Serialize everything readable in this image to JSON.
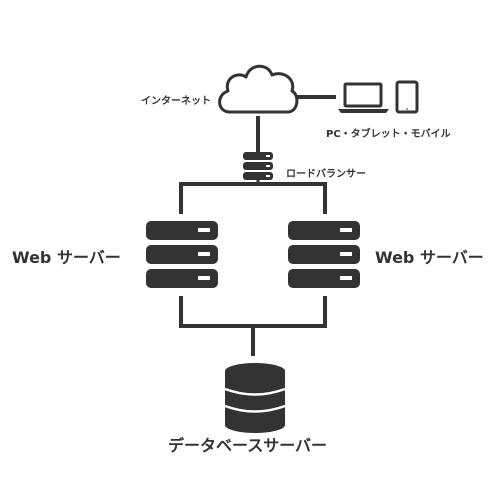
{
  "labels": {
    "internet": "インターネット",
    "devices": "PC・タブレット・モバイル",
    "load_balancer": "ロードバランサー",
    "web_server_left": "Web サーバー",
    "web_server_right": "Web サーバー",
    "database_server": "データベースサーバー"
  },
  "icons": {
    "cloud": "cloud-icon",
    "laptop": "laptop-icon",
    "tablet": "tablet-icon",
    "load_balancer": "load-balancer-icon",
    "server_rack": "server-rack-icon",
    "database": "database-icon"
  },
  "colors": {
    "ink": "#333333",
    "background": "#ffffff"
  }
}
